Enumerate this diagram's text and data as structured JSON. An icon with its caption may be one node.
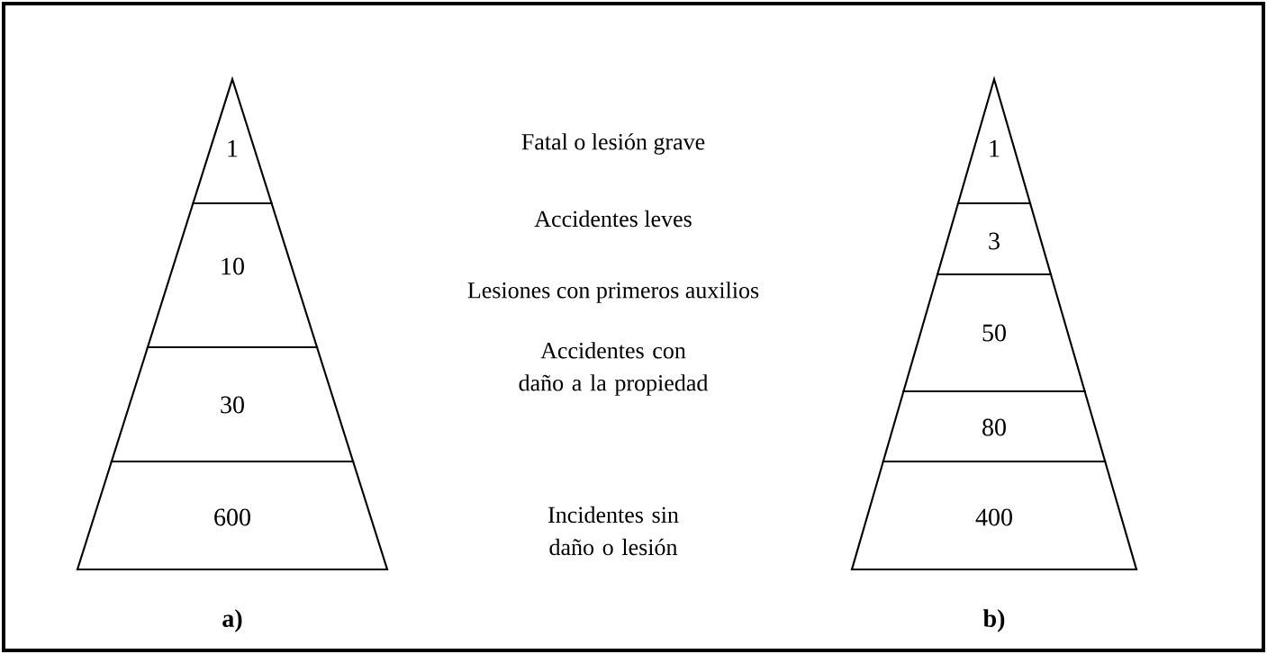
{
  "diagram": {
    "nodes": [
      {
        "text": [
          "1"
        ]
      },
      {
        "text": [
          "10"
        ]
      },
      {
        "text": [
          "30"
        ]
      },
      {
        "text": [
          "600"
        ]
      },
      {
        "text": [
          "1"
        ]
      },
      {
        "text": [
          "3"
        ]
      },
      {
        "text": [
          "50"
        ]
      },
      {
        "text": [
          "80"
        ]
      },
      {
        "text": [
          "400"
        ]
      }
    ],
    "labels": [
      "Fatal o lesión grave",
      "Accidentes leves",
      "Lesiones con primeros auxilios",
      "Accidentes con daño a la propiedad",
      "Incidentes sin daño o lesión",
      "a)",
      "b)"
    ]
  }
}
